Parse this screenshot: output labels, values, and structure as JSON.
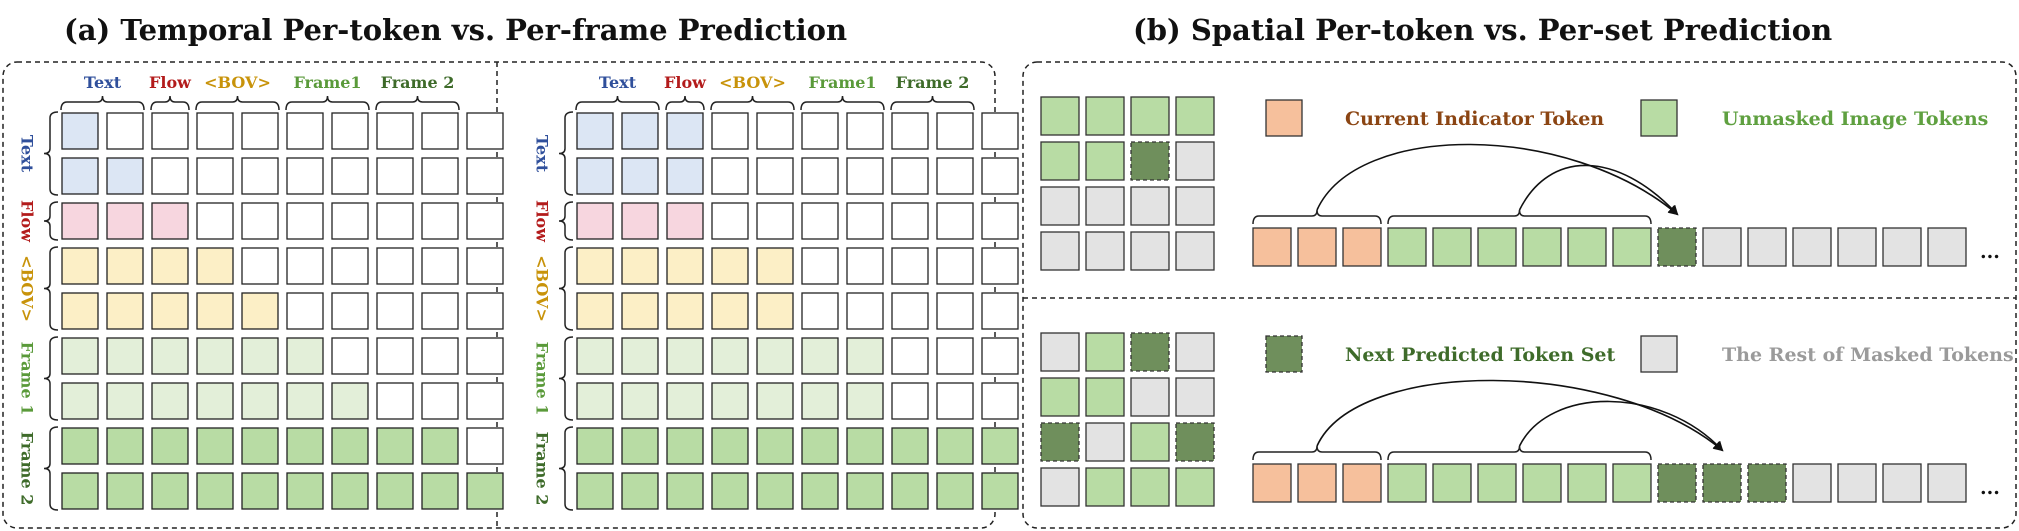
{
  "panel_a": {
    "title": "(a) Temporal Per-token vs. Per-frame Prediction",
    "column_groups": [
      {
        "label": "Text",
        "color": "#2f4f9b"
      },
      {
        "label": "Flow",
        "color": "#b31b1b"
      },
      {
        "label": "<BOV>",
        "color": "#c8930a"
      },
      {
        "label": "Frame1",
        "color": "#5a9a3a"
      },
      {
        "label": "Frame 2",
        "color": "#3e6b2a"
      }
    ],
    "row_groups": [
      {
        "label": "Text",
        "color": "#2f4f9b"
      },
      {
        "label": "Flow",
        "color": "#b31b1b"
      },
      {
        "label": "<BOV>",
        "color": "#c8930a"
      },
      {
        "label": "Frame 1",
        "color": "#5a9a3a"
      },
      {
        "label": "Frame 2",
        "color": "#3e6b2a"
      }
    ],
    "colors": {
      "text": "#dce6f4",
      "flow": "#f7d6df",
      "bov": "#fcefc6",
      "frame1": "#e3efd9",
      "frame2": "#b8dca4",
      "empty": "#ffffff"
    },
    "per_token_grid": [
      [
        "text",
        "empty",
        "empty",
        "empty",
        "empty",
        "empty",
        "empty",
        "empty",
        "empty",
        "empty"
      ],
      [
        "text",
        "text",
        "empty",
        "empty",
        "empty",
        "empty",
        "empty",
        "empty",
        "empty",
        "empty"
      ],
      [
        "flow",
        "flow",
        "flow",
        "empty",
        "empty",
        "empty",
        "empty",
        "empty",
        "empty",
        "empty"
      ],
      [
        "bov",
        "bov",
        "bov",
        "bov",
        "empty",
        "empty",
        "empty",
        "empty",
        "empty",
        "empty"
      ],
      [
        "bov",
        "bov",
        "bov",
        "bov",
        "bov",
        "empty",
        "empty",
        "empty",
        "empty",
        "empty"
      ],
      [
        "frame1",
        "frame1",
        "frame1",
        "frame1",
        "frame1",
        "frame1",
        "empty",
        "empty",
        "empty",
        "empty"
      ],
      [
        "frame1",
        "frame1",
        "frame1",
        "frame1",
        "frame1",
        "frame1",
        "frame1",
        "empty",
        "empty",
        "empty"
      ],
      [
        "frame2",
        "frame2",
        "frame2",
        "frame2",
        "frame2",
        "frame2",
        "frame2",
        "frame2",
        "frame2",
        "empty"
      ],
      [
        "frame2",
        "frame2",
        "frame2",
        "frame2",
        "frame2",
        "frame2",
        "frame2",
        "frame2",
        "frame2",
        "frame2"
      ]
    ],
    "per_frame_grid": [
      [
        "text",
        "text",
        "text",
        "empty",
        "empty",
        "empty",
        "empty",
        "empty",
        "empty",
        "empty"
      ],
      [
        "text",
        "text",
        "text",
        "empty",
        "empty",
        "empty",
        "empty",
        "empty",
        "empty",
        "empty"
      ],
      [
        "flow",
        "flow",
        "flow",
        "empty",
        "empty",
        "empty",
        "empty",
        "empty",
        "empty",
        "empty"
      ],
      [
        "bov",
        "bov",
        "bov",
        "bov",
        "bov",
        "empty",
        "empty",
        "empty",
        "empty",
        "empty"
      ],
      [
        "bov",
        "bov",
        "bov",
        "bov",
        "bov",
        "empty",
        "empty",
        "empty",
        "empty",
        "empty"
      ],
      [
        "frame1",
        "frame1",
        "frame1",
        "frame1",
        "frame1",
        "frame1",
        "frame1",
        "empty",
        "empty",
        "empty"
      ],
      [
        "frame1",
        "frame1",
        "frame1",
        "frame1",
        "frame1",
        "frame1",
        "frame1",
        "empty",
        "empty",
        "empty"
      ],
      [
        "frame2",
        "frame2",
        "frame2",
        "frame2",
        "frame2",
        "frame2",
        "frame2",
        "frame2",
        "frame2",
        "frame2"
      ],
      [
        "frame2",
        "frame2",
        "frame2",
        "frame2",
        "frame2",
        "frame2",
        "frame2",
        "frame2",
        "frame2",
        "frame2"
      ]
    ]
  },
  "panel_b": {
    "title": "(b) Spatial Per-token vs. Per-set Prediction",
    "colors": {
      "indicator": "#f6c09c",
      "unmasked": "#b8dca4",
      "predicted": "#6f8f5c",
      "masked": "#e3e3e3"
    },
    "legend_top": [
      {
        "label": "Current Indicator Token",
        "kind": "indicator",
        "color": "#8b4513"
      },
      {
        "label": "Unmasked Image Tokens",
        "kind": "unmasked",
        "color": "#5fa040"
      }
    ],
    "legend_bottom": [
      {
        "label": "Next Predicted Token Set",
        "kind": "predicted",
        "color": "#3e6b2a"
      },
      {
        "label": "The Rest of Masked Tokens",
        "kind": "masked",
        "color": "#9a9a9a"
      }
    ],
    "top_grid": [
      [
        "unmasked",
        "unmasked",
        "unmasked",
        "unmasked"
      ],
      [
        "unmasked",
        "unmasked",
        "predicted",
        "masked"
      ],
      [
        "masked",
        "masked",
        "masked",
        "masked"
      ],
      [
        "masked",
        "masked",
        "masked",
        "masked"
      ]
    ],
    "top_sequence": [
      "indicator",
      "indicator",
      "indicator",
      "unmasked",
      "unmasked",
      "unmasked",
      "unmasked",
      "unmasked",
      "unmasked",
      "predicted",
      "masked",
      "masked",
      "masked",
      "masked",
      "masked",
      "masked"
    ],
    "bottom_grid": [
      [
        "masked",
        "unmasked",
        "predicted",
        "masked"
      ],
      [
        "unmasked",
        "unmasked",
        "masked",
        "masked"
      ],
      [
        "predicted",
        "masked",
        "unmasked",
        "predicted"
      ],
      [
        "masked",
        "unmasked",
        "unmasked",
        "unmasked"
      ]
    ],
    "bottom_sequence": [
      "indicator",
      "indicator",
      "indicator",
      "unmasked",
      "unmasked",
      "unmasked",
      "unmasked",
      "unmasked",
      "unmasked",
      "predicted",
      "predicted",
      "predicted",
      "masked",
      "masked",
      "masked",
      "masked"
    ],
    "ellipsis": "..."
  }
}
